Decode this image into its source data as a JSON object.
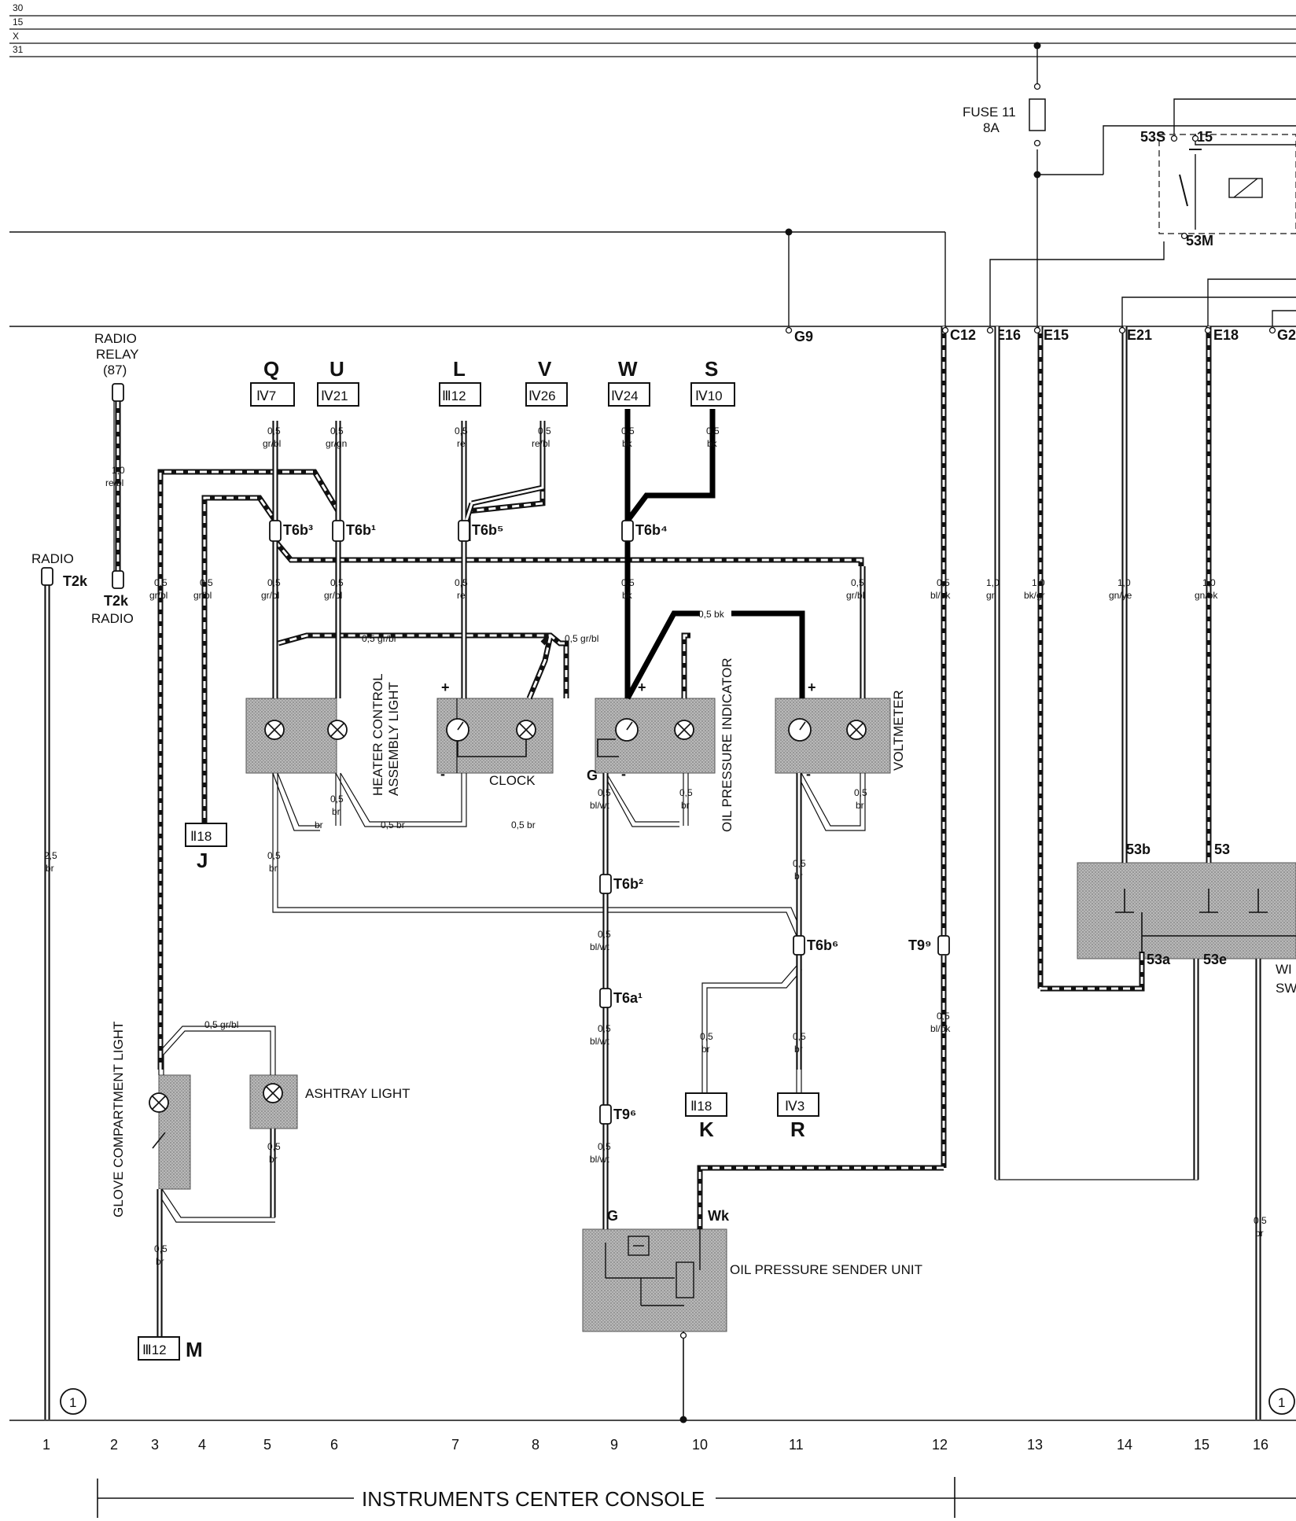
{
  "rails": [
    "30",
    "15",
    "X",
    "31"
  ],
  "fuse": {
    "label": "FUSE 11",
    "rating": "8A"
  },
  "relay": {
    "t53s": "53S",
    "t15": "15",
    "t53m": "53M"
  },
  "ground_points": [
    "G9",
    "C12",
    "E16",
    "E15",
    "E21",
    "E18",
    "G2"
  ],
  "terminals": {
    "Q": {
      "letter": "Q",
      "code": "Ⅳ7"
    },
    "U": {
      "letter": "U",
      "code": "Ⅳ21"
    },
    "L": {
      "letter": "L",
      "code": "Ⅲ12"
    },
    "V": {
      "letter": "V",
      "code": "Ⅳ26"
    },
    "W": {
      "letter": "W",
      "code": "Ⅳ24"
    },
    "S": {
      "letter": "S",
      "code": "Ⅳ10"
    },
    "J": {
      "letter": "J",
      "code": "Ⅱ18"
    },
    "K": {
      "letter": "K",
      "code": "Ⅱ18"
    },
    "R": {
      "letter": "R",
      "code": "Ⅳ3"
    },
    "M": {
      "letter": "M",
      "code": "Ⅲ12"
    }
  },
  "wires": {
    "q_top": [
      "0,5",
      "gr/bl"
    ],
    "u_top": [
      "0,5",
      "gr/gn"
    ],
    "l_top": [
      "0,5",
      "re"
    ],
    "v_top": [
      "0,5",
      "re/bl"
    ],
    "w_top": [
      "0,5",
      "bk"
    ],
    "s_top": [
      "0,5",
      "bk"
    ],
    "relay": [
      "1,0",
      "re/bl"
    ],
    "c3": [
      "0,5",
      "gr/bl"
    ],
    "c4": [
      "0,5",
      "gr/bl"
    ],
    "c5": [
      "0,5",
      "gr/bl"
    ],
    "c6": [
      "0,5",
      "gr/bl"
    ],
    "c7": [
      "0,5",
      "re"
    ],
    "c9": [
      "0,5",
      "bk"
    ],
    "c11": [
      "0,5",
      "gr/bl"
    ],
    "c12": [
      "0,5",
      "bl/bk"
    ],
    "c13a": [
      "1,0",
      "gn"
    ],
    "c13b": [
      "1,0",
      "bk/gr"
    ],
    "c14": [
      "1,0",
      "gn/ye"
    ],
    "c15": [
      "1,0",
      "gn/bk"
    ],
    "radio": [
      "2,5",
      "br"
    ],
    "heater_br": [
      "0,5",
      "br"
    ],
    "c9a": [
      "0,5",
      "bl/wt"
    ],
    "c9b": [
      "0,5",
      "bl/wt"
    ],
    "c9c": [
      "0,5",
      "bl/wt"
    ],
    "c9d": [
      "0,5",
      "bl/wt"
    ],
    "c10k": [
      "0,5",
      "br"
    ],
    "c11r": [
      "0,5",
      "br"
    ],
    "c11b": [
      "0,5",
      "br"
    ],
    "c12b": [
      "0,5",
      "bl/bk"
    ],
    "glove": [
      "0,5",
      "br"
    ],
    "ash": [
      "0,5",
      "br"
    ],
    "c6b": [
      "0,5",
      "br"
    ],
    "c9e": [
      "0,5",
      "br"
    ],
    "c11c": [
      "0,5",
      "br"
    ],
    "c16": [
      "0,5",
      "br"
    ]
  },
  "inline_wires": {
    "gr_bl_1": "0,5  gr/bl",
    "gr_bl_2": "0,5  gr/bl",
    "bk": "0,5  bk",
    "br_1": "br",
    "br_2": "0,5  br",
    "br_3": "0,5  br",
    "glove_gr_bl": "0,5  gr/bl"
  },
  "connectors": {
    "T6b3": "T6b³",
    "T6b1": "T6b¹",
    "T6b5": "T6b⁵",
    "T6b4": "T6b⁴",
    "T6b2": "T6b²",
    "T6b6": "T6b⁶",
    "T6a1": "T6a¹",
    "T96": "T9⁶",
    "T99": "T9⁹",
    "T2k_a": "T2k",
    "T2k_b": "T2k"
  },
  "components": {
    "radio_relay": [
      "RADIO",
      "RELAY",
      "(87)"
    ],
    "radio_left": "RADIO",
    "radio_mid": "RADIO",
    "heater": [
      "HEATER CONTROL",
      "ASSEMBLY LIGHT"
    ],
    "clock": "CLOCK",
    "oil_indicator": "OIL PRESSURE INDICATOR",
    "voltmeter": "VOLTMETER",
    "glove": "GLOVE COMPARTMENT LIGHT",
    "ashtray": "ASHTRAY LIGHT",
    "sender": "OIL PRESSURE SENDER UNIT",
    "wiper_partial": [
      "WI",
      "SW"
    ]
  },
  "pins": {
    "plus": "+",
    "minus": "-",
    "g": "G",
    "wk": "Wk",
    "p53b": "53b",
    "p53": "53",
    "p53a": "53a",
    "p53e": "53e"
  },
  "ground_ref": "1",
  "columns": [
    "1",
    "2",
    "3",
    "4",
    "5",
    "6",
    "7",
    "8",
    "9",
    "10",
    "11",
    "12",
    "13",
    "14",
    "15",
    "16"
  ],
  "section_title": "INSTRUMENTS CENTER CONSOLE"
}
